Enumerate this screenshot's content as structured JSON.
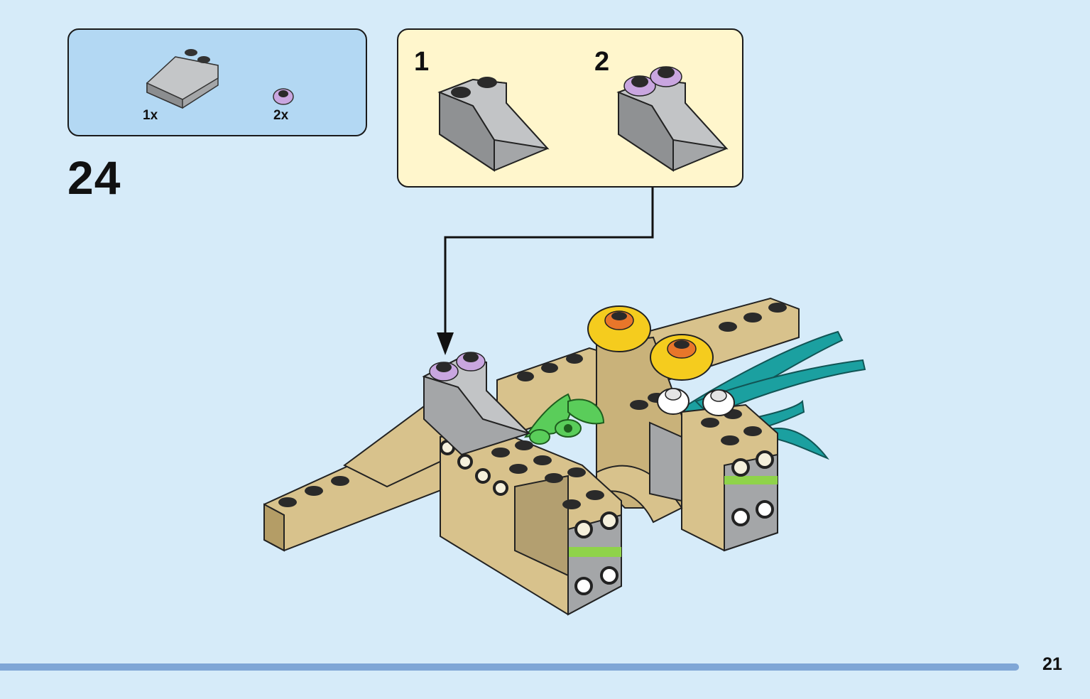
{
  "step": {
    "number": "24"
  },
  "parts_list": {
    "items": [
      {
        "part": "slope-brick-grey",
        "quantity": "1x"
      },
      {
        "part": "flower-plate-lavender",
        "quantity": "2x"
      }
    ]
  },
  "sub_assembly": {
    "steps": [
      {
        "number": "1"
      },
      {
        "number": "2"
      }
    ]
  },
  "footer": {
    "page_number": "21"
  },
  "colors": {
    "background": "#d6ebf9",
    "parts_box": "#b3d8f3",
    "sub_box": "#fff6cc",
    "tan": "#d8c28c",
    "grey": "#a4a6a8",
    "lavender": "#c9a6e0",
    "yellow": "#f5cc1e",
    "orange": "#e8762a",
    "teal": "#1ba0a0",
    "green": "#5acd5a"
  }
}
